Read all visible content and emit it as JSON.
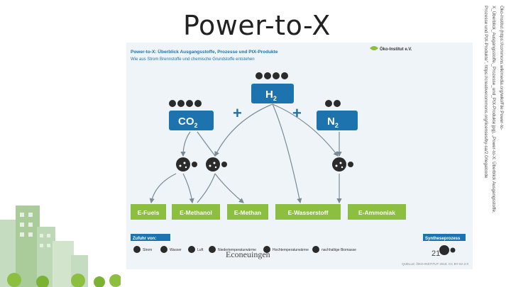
{
  "slide": {
    "title": "Power-to-X",
    "footer_text": "Econeuingen",
    "page_number": "21",
    "credit_lines": [
      "Öko-Institut (https://commons.wikimedia.org/wiki/File:Power-to-",
      "X_Überblick_Ausgangsstoffe,_Prozesse_und_PtX-Produkte.jpg), „Power-to-X: Überblick Ausgangsstoffe,",
      "Prozesse und PtX-Produkte\", https://creativecommons.org/licenses/by-sa/2.0/legalcode"
    ]
  },
  "infographic": {
    "title": "Power-to-X: Überblick Ausgangsstoffe, Prozesse und PtX-Produkte",
    "subtitle": "Wie aus Strom Brennstoffe und chemische Grundstoffe entstehen",
    "logo_text": "Öko-Institut e.V.",
    "inputs": {
      "h2": {
        "main": "H",
        "sub": "2"
      },
      "co2": {
        "main": "CO",
        "sub": "2"
      },
      "n2": {
        "main": "N",
        "sub": "2"
      }
    },
    "plus": "+",
    "products": [
      "E-Fuels",
      "E-Methanol",
      "E-Methan",
      "E-Wasserstoff",
      "E-Ammoniak"
    ],
    "legend_header": "Zufuhr von:",
    "legend_items": [
      "Strom",
      "Wasser",
      "Luft",
      "Niedertemperaturwärme",
      "Hochtemperaturwärme",
      "nachhaltige Biomasse"
    ],
    "synthese_label": "Syntheseprozess",
    "source": "QUELLE: ÖKO-INSTITUT 2019, CC BY-SA 2.0",
    "colors": {
      "blue": "#1d73ae",
      "green": "#8cbf3f",
      "dark": "#2b2b2b",
      "light_bg": "#eef4f8",
      "arrow": "#7a8b96"
    }
  }
}
